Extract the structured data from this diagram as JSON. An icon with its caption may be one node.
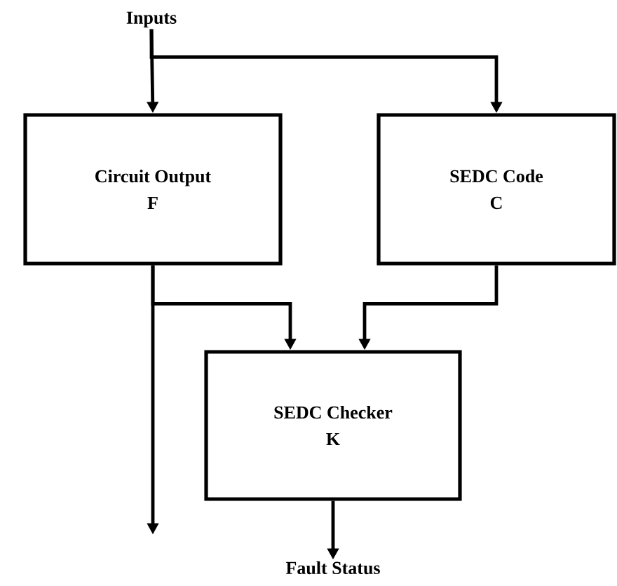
{
  "diagram": {
    "nodes": [
      {
        "text": [
          "Inputs"
        ]
      },
      {
        "text": [
          "Circuit Output",
          "F"
        ]
      },
      {
        "text": [
          "SEDC Code",
          "C"
        ]
      },
      {
        "text": [
          "SEDC Checker",
          "K"
        ]
      },
      {
        "text": [
          "Fault Status"
        ]
      }
    ],
    "edges": [
      {
        "from": 0,
        "to": 1,
        "arrow": "to"
      },
      {
        "from": 0,
        "to": 2,
        "arrow": "to"
      },
      {
        "from": 1,
        "to": 3,
        "arrow": "to"
      },
      {
        "from": 1,
        "to": null,
        "arrow": "to"
      },
      {
        "from": 2,
        "to": 3,
        "arrow": "to"
      },
      {
        "from": 3,
        "to": 4,
        "arrow": "to"
      }
    ]
  }
}
